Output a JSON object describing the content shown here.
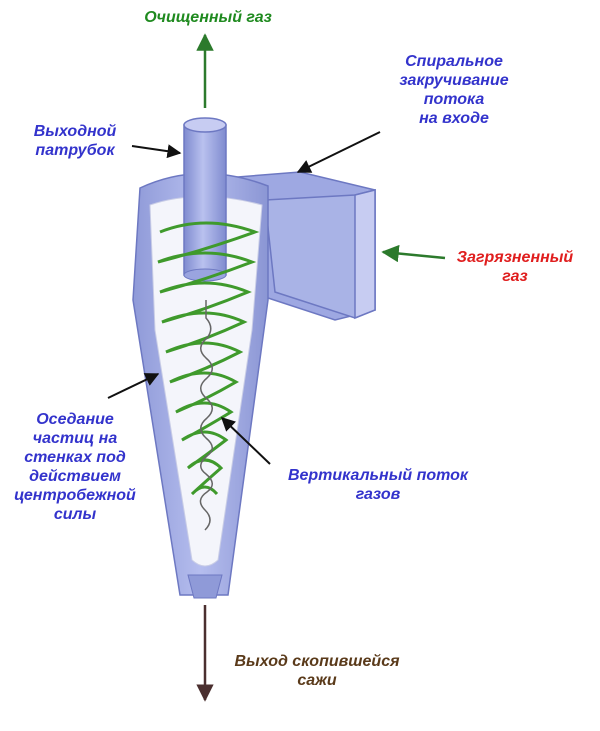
{
  "title": "Cyclone separator diagram",
  "colors": {
    "blue_label": "#3333cc",
    "green_label": "#1f8a1f",
    "red_label": "#e01e1e",
    "brown_label": "#5a3a1a",
    "body_fill": "#a9b3e6",
    "spiral": "#3f9a2c"
  },
  "labels": {
    "clean_gas": "Очищенный газ",
    "outlet_pipe": "Выходной\nпатрубок",
    "inlet_swirl": "Спиральное\nзакручивание\nпотока\nна входе",
    "dirty_gas": "Загрязненный\nгаз",
    "settling": "Оседание\nчастиц на\nстенках под\nдействием\nцентробежной\nсилы",
    "vertical_flow": "Вертикальный поток\nгазов",
    "soot_outlet": "Выход скопившейся\nсажи"
  }
}
